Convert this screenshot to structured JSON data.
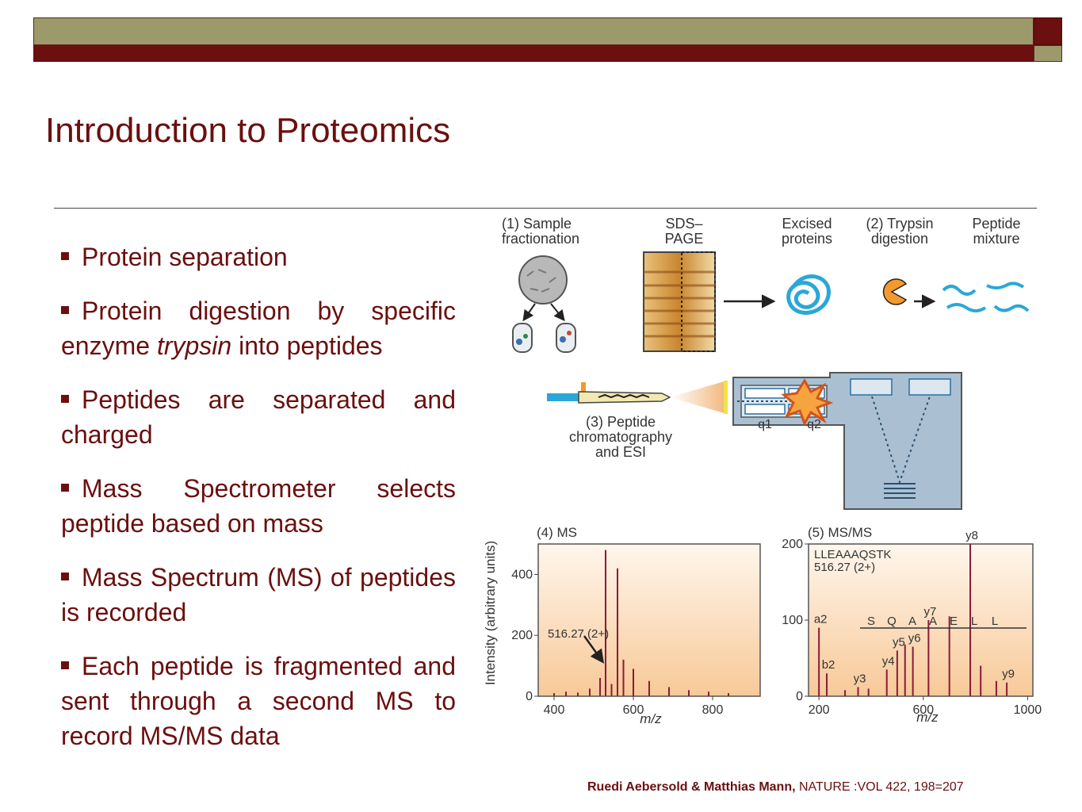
{
  "slide": {
    "title": "Introduction to Proteomics",
    "bullets": [
      {
        "text": "Protein separation"
      },
      {
        "pre": "Protein digestion by specific enzyme ",
        "em": "trypsin",
        "post": " into peptides"
      },
      {
        "text": "Peptides are separated and charged"
      },
      {
        "text": "Mass Spectrometer selects peptide based on mass"
      },
      {
        "text": "Mass Spectrum (MS) of peptides is recorded"
      },
      {
        "text": "Each peptide is fragmented and sent through a second MS to record MS/MS data"
      }
    ],
    "citation": {
      "authors": "Ruedi Aebersold & Matthias Mann,",
      "source": " NATURE :VOL 422, 198=207"
    }
  },
  "figure": {
    "steps": {
      "s1": [
        "(1) Sample",
        "fractionation"
      ],
      "sds": [
        "SDS–",
        "PAGE"
      ],
      "excised": [
        "Excised",
        "proteins"
      ],
      "s2": [
        "(2) Trypsin",
        "digestion"
      ],
      "mixture": [
        "Peptide",
        "mixture"
      ],
      "s3": [
        "(3) Peptide",
        "chromatography",
        "and ESI"
      ],
      "q1": "q1",
      "q2": "q2",
      "s4": "(4) MS",
      "s5": "(5) MS/MS"
    },
    "ms_label": "516.27 (2+)",
    "msms_peptide": "LLEAAAQSTK",
    "msms_charge": "516.27 (2+)",
    "ylabel": "Intensity (arbitrary units)",
    "xlabel": "m/z",
    "colors": {
      "accent": "#6b0f0f",
      "olive": "#9c9a6b",
      "cyan": "#2aa7d8",
      "spectrum_line": "#8b1a3a"
    }
  },
  "chart_data": [
    {
      "type": "bar",
      "title": "(4) MS",
      "xlabel": "m/z",
      "ylabel": "Intensity (arbitrary units)",
      "xlim": [
        360,
        920
      ],
      "ylim": [
        0,
        500
      ],
      "xticks": [
        400,
        600,
        800
      ],
      "yticks": [
        0,
        200,
        400
      ],
      "annotation": "516.27 (2+)",
      "x": [
        400,
        430,
        460,
        490,
        516,
        530,
        545,
        560,
        575,
        600,
        640,
        690,
        740,
        790,
        840
      ],
      "values": [
        10,
        15,
        12,
        25,
        60,
        480,
        40,
        420,
        120,
        90,
        50,
        30,
        20,
        15,
        10
      ]
    },
    {
      "type": "bar",
      "title": "(5) MS/MS",
      "xlabel": "m/z",
      "xlim": [
        160,
        1020
      ],
      "ylim": [
        0,
        200
      ],
      "xticks": [
        200,
        600,
        1000
      ],
      "yticks": [
        0,
        100,
        200
      ],
      "annotations": [
        "LLEAAAQSTK",
        "516.27 (2+)"
      ],
      "sequence": [
        "S",
        "Q",
        "A",
        "A",
        "E",
        "L",
        "L"
      ],
      "x": [
        200,
        230,
        300,
        350,
        390,
        460,
        500,
        530,
        560,
        620,
        700,
        780,
        820,
        880,
        920
      ],
      "values": [
        90,
        30,
        8,
        12,
        10,
        35,
        60,
        68,
        65,
        100,
        105,
        200,
        40,
        20,
        18
      ],
      "peak_labels": [
        "a2",
        "b2",
        "y3",
        "y4",
        "y5",
        "y6",
        "y7",
        "y8",
        "y9"
      ]
    }
  ]
}
